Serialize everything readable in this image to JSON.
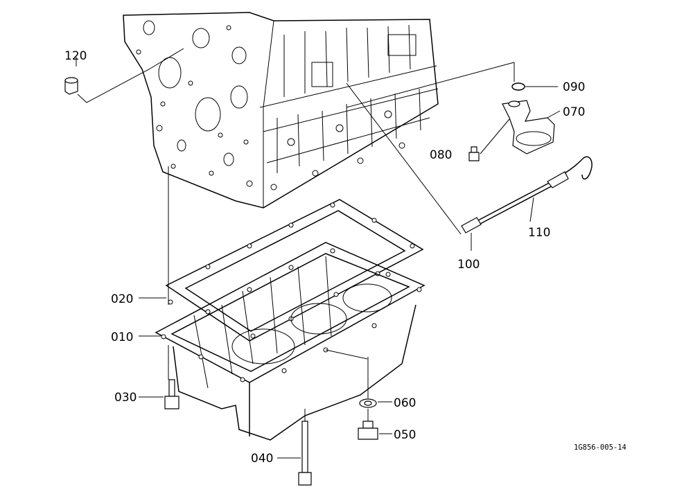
{
  "labels": {
    "p120": "120",
    "p090": "090",
    "p070": "070",
    "p080": "080",
    "p110": "110",
    "p100": "100",
    "p020": "020",
    "p010": "010",
    "p030": "030",
    "p060": "060",
    "p050": "050",
    "p040": "040"
  },
  "figure_ref": "1G856-005-14"
}
